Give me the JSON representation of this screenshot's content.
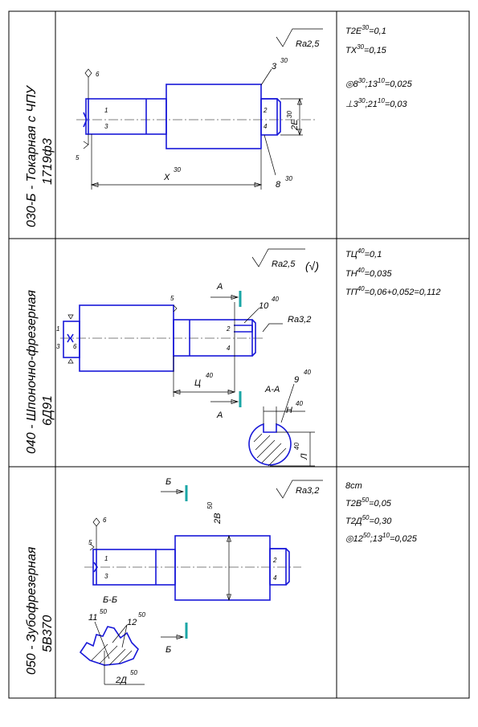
{
  "rows": [
    {
      "operation": "030-Б - Токарная с ЧПУ",
      "machine": "1719ф3",
      "roughness": "Ra2,5",
      "dims": {
        "d1": "3",
        "d1s": "30",
        "d2": "2E",
        "d2s": "30",
        "d3": "8",
        "d3s": "30",
        "d4": "X",
        "d4s": "30"
      },
      "marks": [
        "1",
        "3",
        "2",
        "4",
        "5",
        "6"
      ],
      "notes": [
        {
          "pre": "T2E",
          "sup": "30",
          "post": "=0,1"
        },
        {
          "pre": "TX",
          "sup": "30",
          "post": "=0,15"
        },
        {
          "pre": "◎8",
          "sup": "30",
          "mid": ";13",
          "sup2": "10",
          "post": "=0,025"
        },
        {
          "pre": "⊥3",
          "sup": "30",
          "mid": ";21",
          "sup2": "10",
          "post": "=0,03"
        }
      ]
    },
    {
      "operation": "040 - Шпоночно-фрезерная",
      "machine": "6Д91",
      "roughness": "Ra2,5",
      "roughness_extra": "(√)",
      "roughness2": "Ra3,2",
      "section": "А-А",
      "cut": "А",
      "dims": {
        "d1": "10",
        "d1s": "40",
        "d2": "Ц",
        "d2s": "40",
        "d3": "9",
        "d3s": "40",
        "d4": "H",
        "d4s": "40",
        "d5": "Л",
        "d5s": "40"
      },
      "marks": [
        "1",
        "3",
        "2",
        "4",
        "5",
        "6"
      ],
      "notes": [
        {
          "pre": "TЦ",
          "sup": "40",
          "post": "=0,1"
        },
        {
          "pre": "TH",
          "sup": "40",
          "post": "=0,035"
        },
        {
          "pre": "TП",
          "sup": "40",
          "post": "=0,06+0,052=0,112"
        }
      ]
    },
    {
      "operation": "050 - Зубофрезерная",
      "machine": "5В370",
      "roughness": "Ra3,2",
      "section": "Б-Б",
      "cut": "Б",
      "dims": {
        "d1": "2B",
        "d1s": "50",
        "d2": "11",
        "d2s": "50",
        "d3": "12",
        "d3s": "50",
        "d4": "2Д",
        "d4s": "50"
      },
      "marks": [
        "1",
        "3",
        "2",
        "4",
        "5",
        "6"
      ],
      "notes": [
        {
          "pre": "8ст"
        },
        {
          "pre": "T2B",
          "sup": "50",
          "post": "=0,05"
        },
        {
          "pre": "T2Д",
          "sup": "50",
          "post": "=0,30"
        },
        {
          "pre": "◎12",
          "sup": "50",
          "mid": ";13",
          "sup2": "10",
          "post": "=0,025"
        }
      ]
    }
  ]
}
